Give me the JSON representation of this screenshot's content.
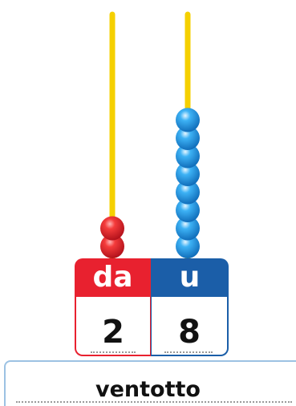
{
  "abacus": {
    "tens": {
      "label": "da",
      "digit": "2",
      "beads": 2,
      "rod_color": "#f5d000",
      "bead_color": "#e8212f",
      "header_color": "#e8212f"
    },
    "units": {
      "label": "u",
      "digit": "8",
      "beads": 8,
      "rod_color": "#f5d000",
      "bead_color": "#2a9fe8",
      "header_color": "#1b5ea8"
    }
  },
  "number_word": "ventotto",
  "panel_border_color": "#9cc2e3"
}
